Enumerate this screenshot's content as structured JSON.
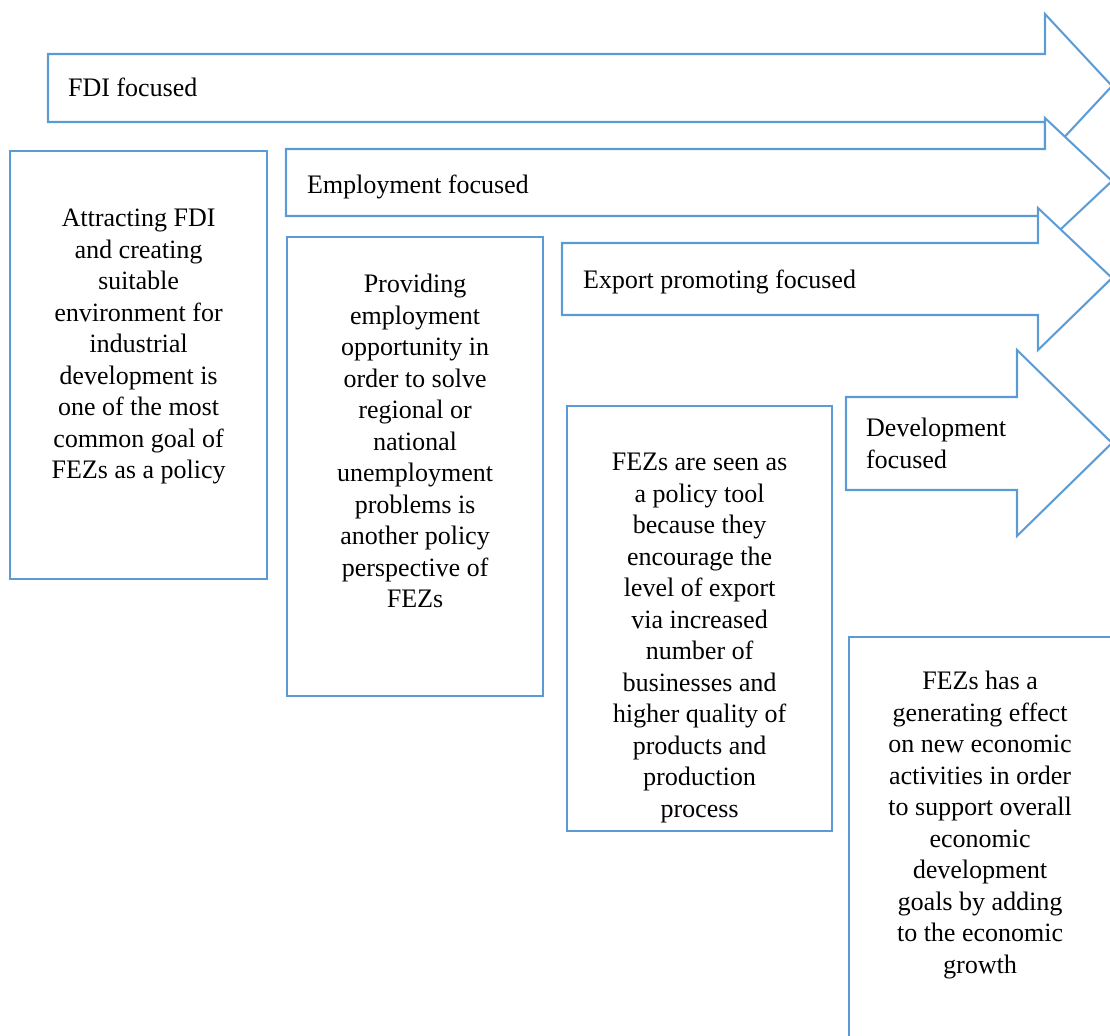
{
  "stages": [
    {
      "label": "FDI focused",
      "description": [
        "Attracting FDI",
        "and creating",
        "suitable",
        "environment for",
        "industrial",
        "development is",
        "one of the most",
        "common goal of",
        "FEZs as a policy"
      ]
    },
    {
      "label": "Employment focused",
      "description": [
        "Providing",
        "employment",
        "opportunity in",
        "order to solve",
        "regional or",
        "national",
        "unemployment",
        "problems is",
        "another policy",
        "perspective of",
        "FEZs"
      ]
    },
    {
      "label": "Export promoting focused",
      "description": [
        "FEZs are seen as",
        "a policy tool",
        "because they",
        "encourage the",
        "level of export",
        "via increased",
        "number of",
        "businesses and",
        "higher quality of",
        "products and",
        "production",
        "process"
      ]
    },
    {
      "label": "Development focused",
      "label_lines": [
        "Development",
        "focused"
      ],
      "description": [
        "FEZs has a",
        "generating effect",
        "on new economic",
        "activities in order",
        "to support overall",
        "economic",
        "development",
        "goals by adding",
        "to the economic",
        "growth"
      ]
    }
  ],
  "colors": {
    "outline": "#5b9bd5",
    "fill": "#ffffff",
    "text": "#000000"
  }
}
